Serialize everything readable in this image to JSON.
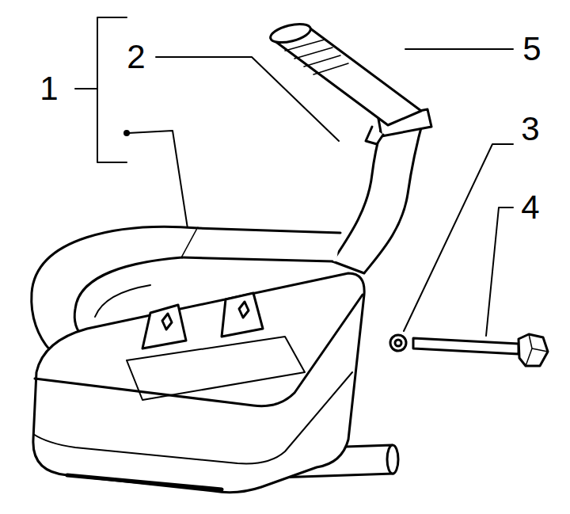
{
  "diagram": {
    "labels": [
      "1",
      "2",
      "5",
      "3",
      "4"
    ]
  }
}
